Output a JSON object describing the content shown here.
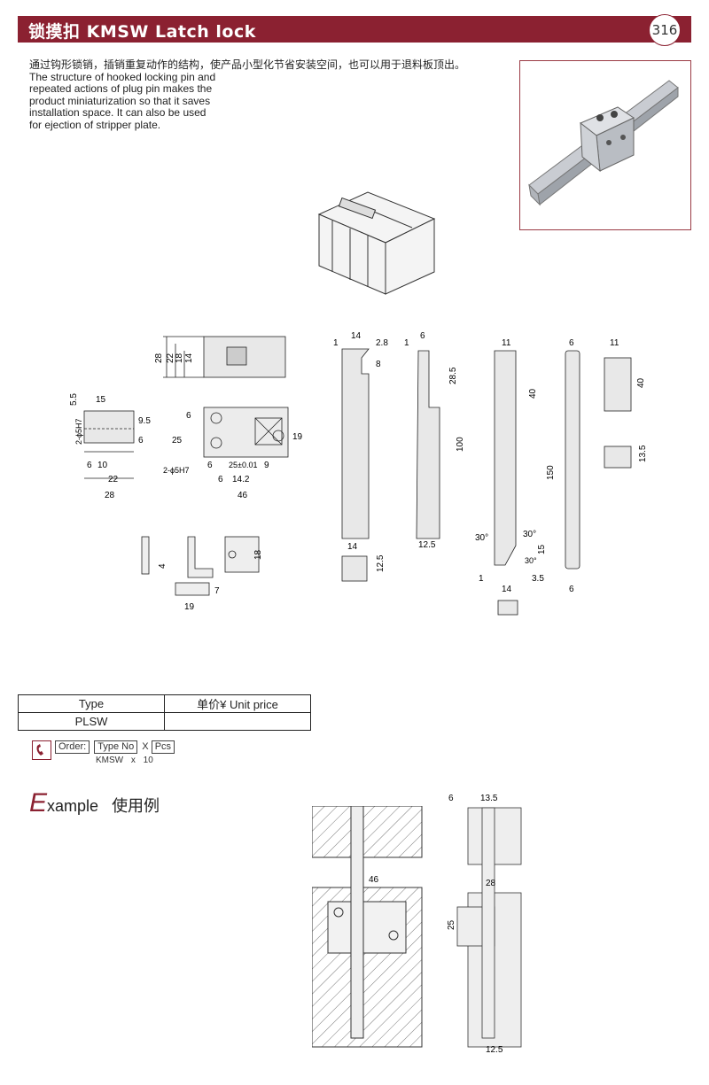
{
  "header": {
    "title": "锁摸扣  KMSW Latch lock",
    "page_number": "316",
    "accent_color": "#8b2131"
  },
  "description": {
    "zh": "通过钩形锁销，插销重复动作的结构，使产品小型化节省安装空间，也可以用于退料板顶出。",
    "en_lines": [
      "The structure of hooked locking pin and",
      "repeated actions of plug pin makes the",
      "product miniaturization so that it saves",
      "installation space. It can also be used",
      "for ejection of stripper plate."
    ]
  },
  "dims": {
    "d28": "28",
    "d22": "22",
    "d18": "18",
    "d14": "14",
    "d15": "15",
    "d5_5": "5.5",
    "d2_5h7": "2-ϕ5H7",
    "d9_5": "9.5",
    "d6": "6",
    "d10": "10",
    "d22b": "22",
    "d28b": "28",
    "d25": "25",
    "d6b": "6",
    "d19": "19",
    "d9": "9",
    "d25tol": "25±0.01",
    "d14_2": "14.2",
    "d46": "46",
    "d2_5h7b": "2-ϕ5H7",
    "d4": "4",
    "d18b": "18",
    "d7": "7",
    "d19b": "19",
    "d1": "1",
    "d14b": "14",
    "d2_8": "2.8",
    "d8": "8",
    "d14c": "14",
    "d12_5": "12.5",
    "d1b": "1",
    "d6c": "6",
    "d28_5": "28.5",
    "d100": "100",
    "d12_5b": "12.5",
    "d11": "11",
    "d40": "40",
    "d150": "150",
    "d30a": "30°",
    "d30b": "30°",
    "d30c": "30°",
    "d15b": "15",
    "d1c": "1",
    "d14d": "14",
    "d3_5": "3.5",
    "d6d": "6",
    "d6e": "6",
    "d11b": "11",
    "d40b": "40",
    "d13_5": "13.5",
    "ex_6": "6",
    "ex_13_5": "13.5",
    "ex_46": "46",
    "ex_28": "28",
    "ex_25": "25",
    "ex_12_5": "12.5"
  },
  "price_table": {
    "headers": [
      "Type",
      "单价¥   Unit price"
    ],
    "rows": [
      [
        "PLSW",
        ""
      ]
    ]
  },
  "order": {
    "label": "Order:",
    "type_no": "Type No",
    "times": "X",
    "pcs": "Pcs",
    "example_values": "KMSW   x   10"
  },
  "example": {
    "initial": "E",
    "rest": "xample",
    "zh": "使用例"
  }
}
